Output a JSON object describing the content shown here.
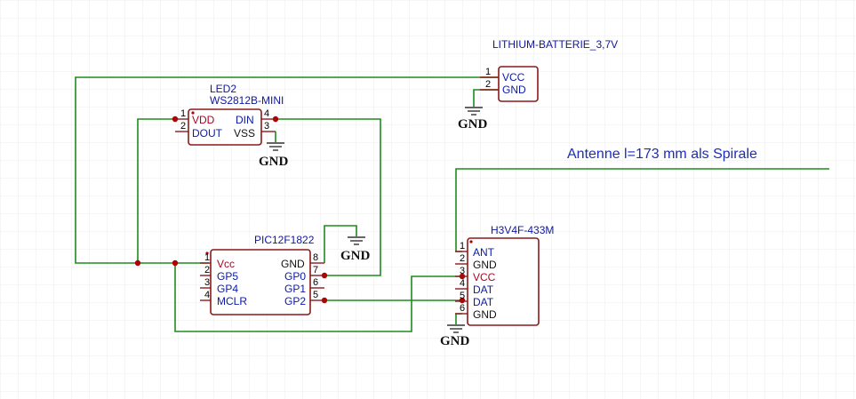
{
  "colors": {
    "wire": "#1e8b1e",
    "part_outline": "#8b1a1a",
    "junction": "#b00000",
    "pin_name": "#0a1aa8",
    "pin_vcc": "#b5001e",
    "grid": "#e6e6e6"
  },
  "battery": {
    "name": "LITHIUM-BATTERIE_3,7V",
    "pins": [
      {
        "num": "1",
        "name": "VCC"
      },
      {
        "num": "2",
        "name": "GND"
      }
    ]
  },
  "led": {
    "ref": "LED2",
    "value": "WS2812B-MINI",
    "left_pins": [
      {
        "num": "1",
        "name": "VDD"
      },
      {
        "num": "2",
        "name": "DOUT"
      }
    ],
    "right_pins": [
      {
        "num": "4",
        "name": "DIN"
      },
      {
        "num": "3",
        "name": "VSS"
      }
    ]
  },
  "mcu": {
    "name": "PIC12F1822",
    "left_pins": [
      {
        "num": "1",
        "name": "Vcc"
      },
      {
        "num": "2",
        "name": "GP5"
      },
      {
        "num": "3",
        "name": "GP4"
      },
      {
        "num": "4",
        "name": "MCLR"
      }
    ],
    "right_pins": [
      {
        "num": "8",
        "name": "GND"
      },
      {
        "num": "7",
        "name": "GP0"
      },
      {
        "num": "6",
        "name": "GP1"
      },
      {
        "num": "5",
        "name": "GP2"
      }
    ]
  },
  "receiver": {
    "name": "H3V4F-433M",
    "pins": [
      {
        "num": "1",
        "name": "ANT"
      },
      {
        "num": "2",
        "name": "GND"
      },
      {
        "num": "3",
        "name": "VCC"
      },
      {
        "num": "4",
        "name": "DAT"
      },
      {
        "num": "5",
        "name": "DAT"
      },
      {
        "num": "6",
        "name": "GND"
      }
    ]
  },
  "gnd_label": "GND",
  "antenna_note": "Antenne l=173 mm als Spirale"
}
